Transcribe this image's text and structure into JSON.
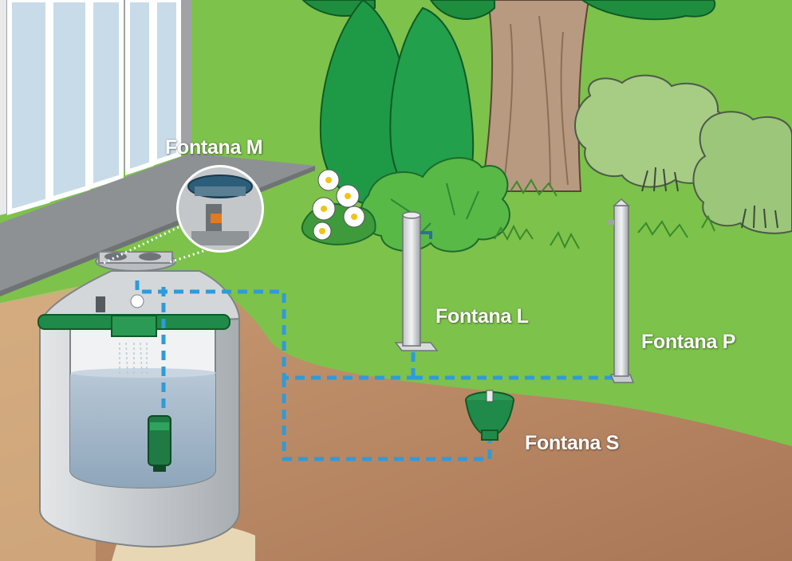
{
  "labels": {
    "fontana_m": "Fontana M",
    "fontana_l": "Fontana L",
    "fontana_p": "Fontana P",
    "fontana_s": "Fontana S"
  },
  "colors": {
    "grass": "#7dc24b",
    "soil": "#b98462",
    "pipe_dashed": "#2f9bd8",
    "tank": "#c9cdd0",
    "water": "#9fb6c9",
    "green_fitting": "#1f8a4a",
    "label_text": "#ffffff"
  },
  "icons": [
    "tank-icon",
    "pump-icon",
    "tree-icon",
    "flower-icon",
    "bush-icon",
    "post-icon",
    "ground-fountain-icon",
    "magnifier-icon"
  ]
}
